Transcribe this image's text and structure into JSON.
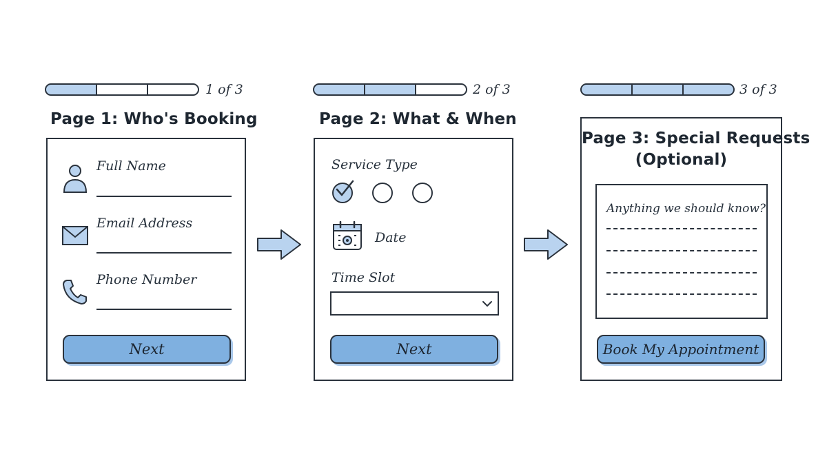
{
  "steps": [
    {
      "progress_text": "1 of 3",
      "title": "Page 1: Who's Booking",
      "fields": [
        {
          "label": "Full Name",
          "icon": "person-icon"
        },
        {
          "label": "Email Address",
          "icon": "envelope-icon"
        },
        {
          "label": "Phone Number",
          "icon": "phone-icon"
        }
      ],
      "button_label": "Next"
    },
    {
      "progress_text": "2 of 3",
      "title": "Page 2: What & When",
      "service_type_label": "Service Type",
      "date_label": "Date",
      "time_slot_label": "Time Slot",
      "button_label": "Next"
    },
    {
      "progress_text": "3 of 3",
      "title": "Page 3: Special Requests",
      "subtitle": "(Optional)",
      "textarea_placeholder": "Anything we should know?",
      "button_label": "Book My Appointment"
    }
  ],
  "colors": {
    "accent": "#7fb0e0",
    "accent_light": "#b9d3ef",
    "ink": "#2a323c"
  }
}
